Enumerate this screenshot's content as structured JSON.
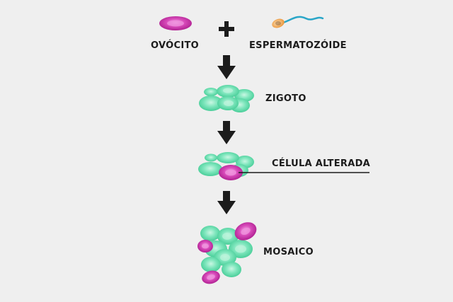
{
  "labels": {
    "oocyte": "OVÓCITO",
    "sperm": "ESPERMATOZÓIDE",
    "zygote": "ZIGOTO",
    "altered_cell": "CÉLULA ALTERADA",
    "mosaic": "MOSAICO"
  },
  "colors": {
    "background": "#efefef",
    "healthy_cell": "#5fdcaa",
    "healthy_cell_nucleus": "#8cebc6",
    "altered_cell": "#cc33aa",
    "altered_cell_nucleus": "#e77fd2",
    "arrow": "#1c1c1c",
    "sperm_tail": "#2aa6c8",
    "sperm_head": "#f2a04a"
  }
}
